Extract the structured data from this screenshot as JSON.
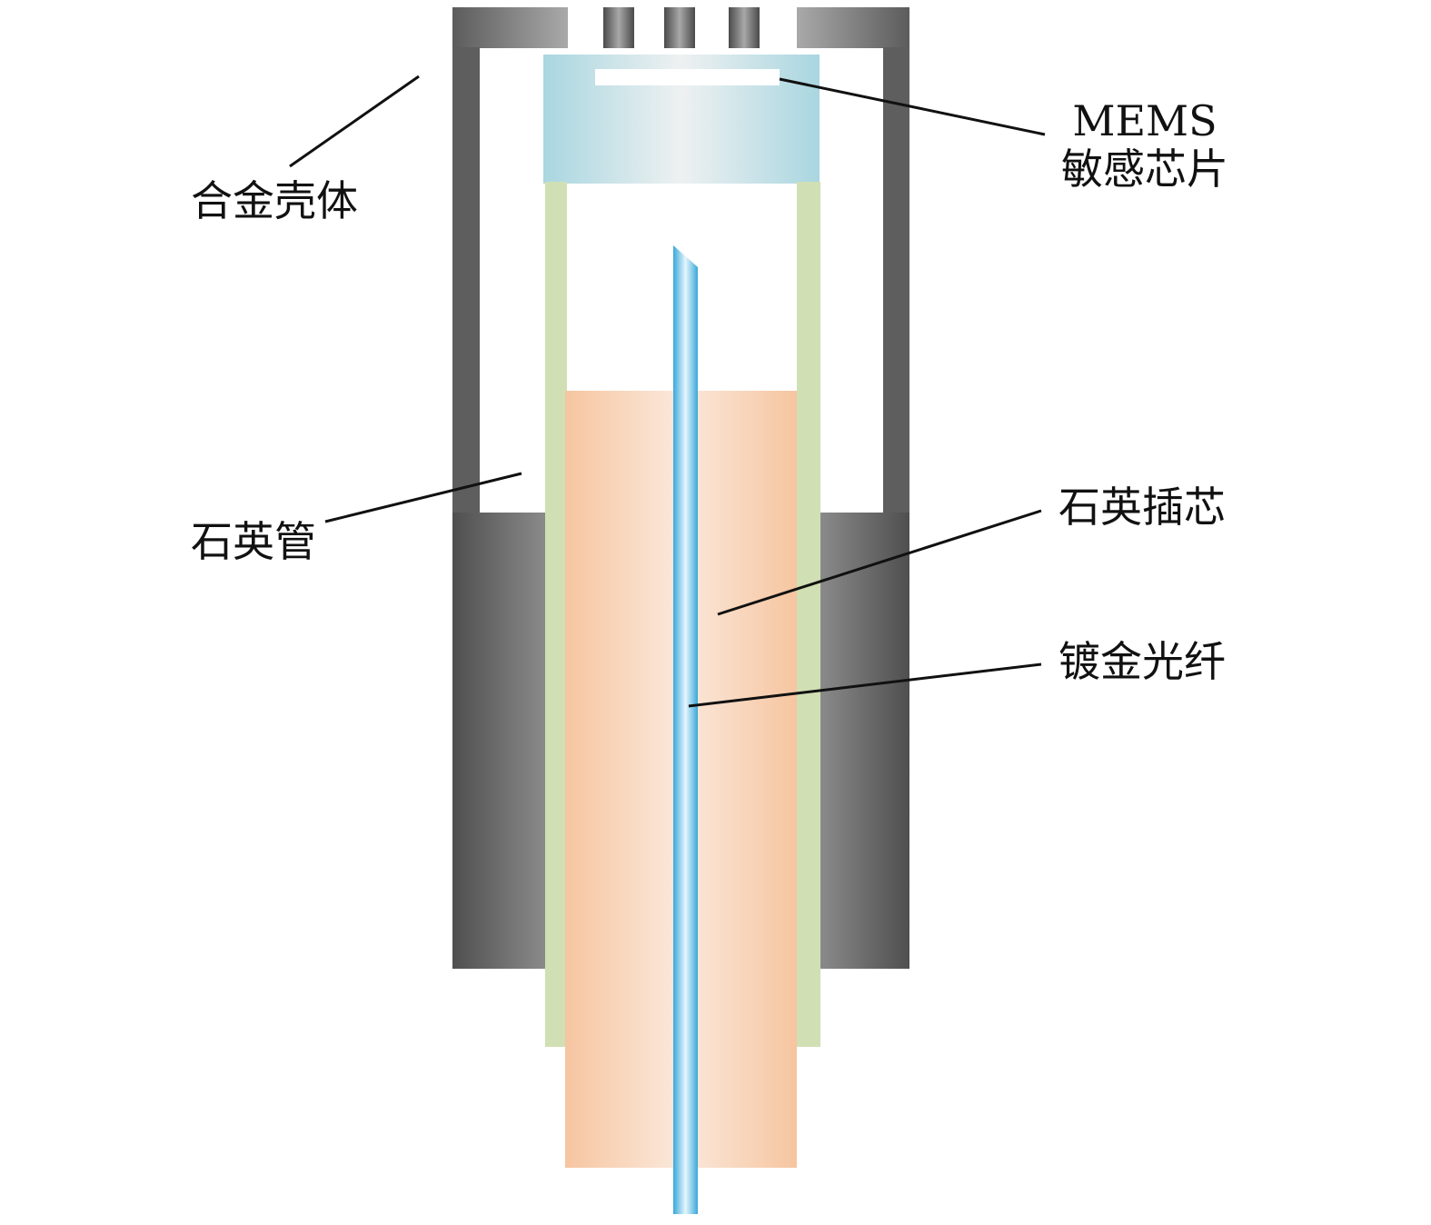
{
  "labels": {
    "alloy_housing": "合金壳体",
    "mems_line1": "MEMS",
    "mems_line2": "敏感芯片",
    "quartz_tube": "石英管",
    "quartz_ferrule": "石英插芯",
    "gold_fiber": "镀金光纤"
  },
  "colors": {
    "housing_dark": "#5a5a5a",
    "housing_light": "#a6a6a6",
    "chip_blue": "#a9d6e0",
    "chip_center": "#eef1f1",
    "chip_film": "#ffffff",
    "quartz_tube": "#d1dfb4",
    "ferrule_orange": "#f6c5a0",
    "ferrule_center": "#fbe9dc",
    "fiber_blue": "#4fb4e0",
    "fiber_center": "#e6f6fd",
    "leader_line": "#111111"
  }
}
